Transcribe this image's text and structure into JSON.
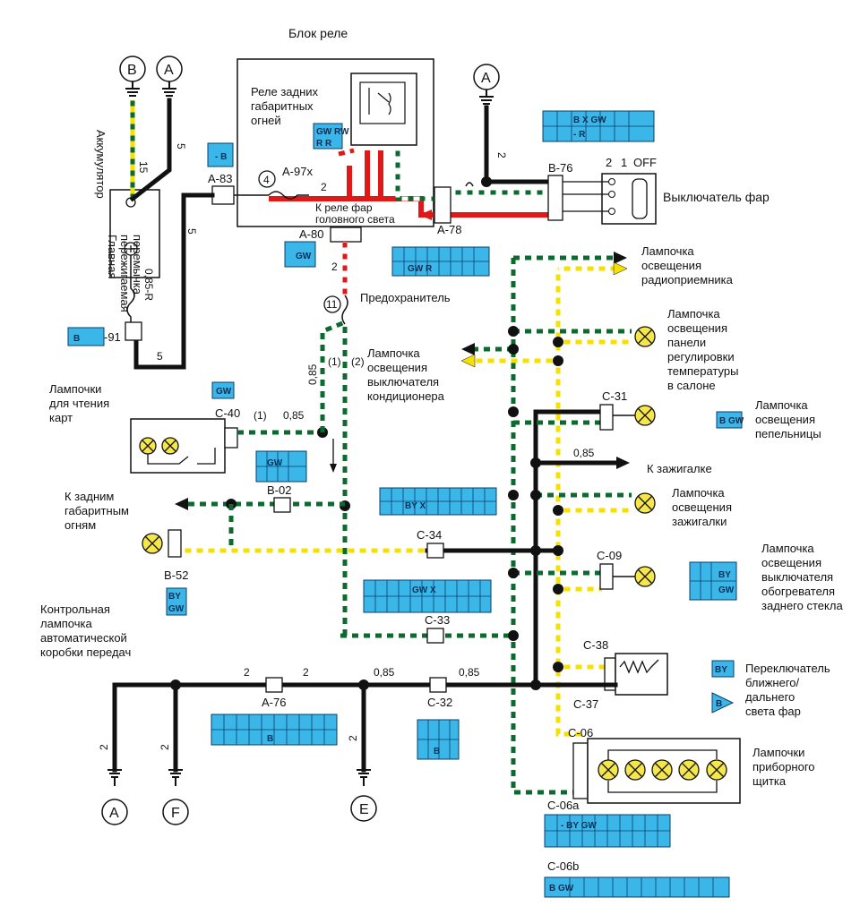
{
  "relay_block": "Блок реле",
  "rear_marker_relay": "Реле задних габаритных огней",
  "headlight_relay": "К реле фар головного света",
  "battery": "Аккумулятор",
  "fusible_link": "Главная пережигаемая перемычка",
  "headlight_switch": "Выключатель фар",
  "switch_positions": {
    "p2": "2",
    "p1": "1",
    "off": "OFF"
  },
  "fuse": "Предохранитель",
  "radio_lamp": "Лампочка освещения радиоприемника",
  "climate_lamp": "Лампочка освещения панели регулировки температуры в салоне",
  "ac_switch_lamp": "Лампочка освещения выключателя кондиционера",
  "ashtray_lamp": "Лампочка освещения пепельницы",
  "to_lighter": "К зажигалке",
  "lighter_lamp": "Лампочка освещения зажигалки",
  "rear_defog_lamp": "Лампочка освещения выключателя обогревателя заднего стекла",
  "map_lamps": "Лампочки для чтения карт",
  "rear_markers": "К задним габаритным огням",
  "at_lamp": "Контрольная лампочка автоматической коробки передач",
  "dimmer_switch": "Переключатель ближнего/ дальнего света фар",
  "cluster_lamps": "Лампочки приборного щитка",
  "connectors": {
    "a83": "A-83",
    "a97x": "A-97x",
    "a80": "A-80",
    "a78": "A-78",
    "b76": "B-76",
    "b91": "-91",
    "c40": "C-40",
    "b02": "B-02",
    "b52": "B-52",
    "c31": "C-31",
    "c34": "C-34",
    "c09": "C-09",
    "c33": "C-33",
    "c38": "C-38",
    "c37": "C-37",
    "a76": "A-76",
    "c32": "C-32",
    "c06": "C-06",
    "c06a": "C-06a",
    "c06b": "C-06b"
  },
  "grounds": {
    "b_top": "B",
    "a_top": "A",
    "a_sw": "A",
    "a_bot": "A",
    "f_bot": "F",
    "e_bot": "E"
  },
  "wire_labels": {
    "w15": "15",
    "w5a": "5",
    "w5b": "5",
    "w5c": "5",
    "w085r": "0,85-R",
    "w2top": "2",
    "w2relay": "2",
    "w2a80": "2",
    "w2sw": "2",
    "w085a": "0,85",
    "w085b": "0,85",
    "w085c": "0,85",
    "w085d": "0,85",
    "w085e": "0,85",
    "w2b1": "2",
    "w2b2": "2",
    "w2g1": "2",
    "w2g2": "2",
    "w2g3": "2",
    "c1": "(1)",
    "c1b": "(1)",
    "c2": "(2)",
    "f11": "11",
    "f4": "4"
  },
  "colors": {
    "black": "#111111",
    "green": "#0b6b2e",
    "yellow": "#f5e000",
    "red": "#e01818",
    "connector_blue": "#3bb6e8"
  }
}
